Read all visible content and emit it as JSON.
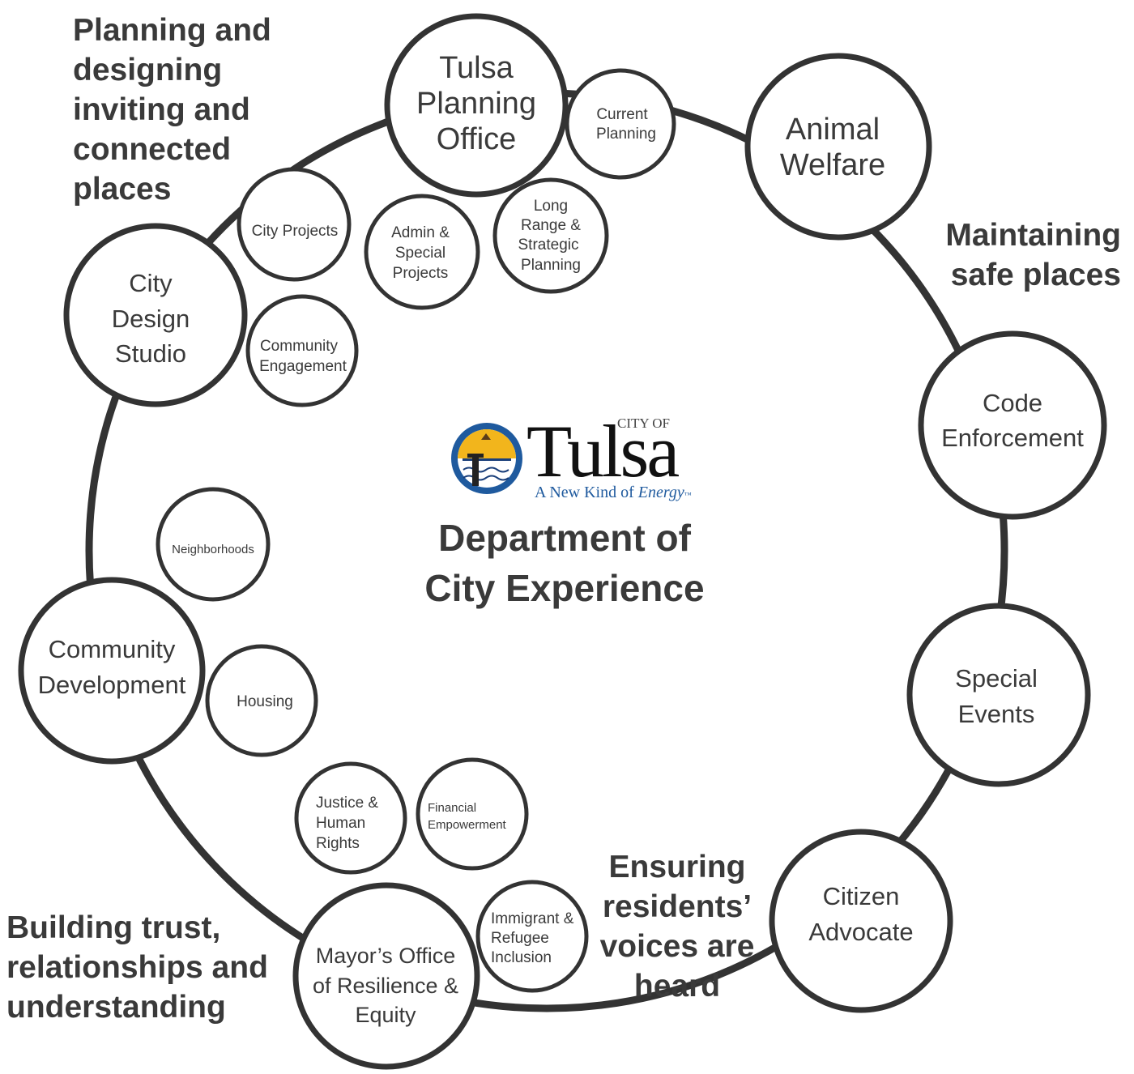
{
  "center": {
    "logo_city_of": "CITY OF",
    "logo_wordmark": "Tulsa",
    "logo_tagline_a": "A New Kind of",
    "logo_tagline_b": "Energy",
    "logo_mark": "™",
    "title_line1": "Department of",
    "title_line2": "City Experience"
  },
  "themes": {
    "planning": [
      "Planning and",
      "designing",
      "inviting and",
      "connected",
      "places"
    ],
    "safe": [
      "Maintaining",
      "safe places"
    ],
    "voices": [
      "Ensuring",
      "residents’",
      "voices are",
      "heard"
    ],
    "trust": [
      "Building trust,",
      "relationships and",
      "understanding"
    ]
  },
  "divisions": {
    "tulsa_planning_office": [
      "Tulsa",
      "Planning",
      "Office"
    ],
    "animal_welfare": [
      "Animal",
      "Welfare"
    ],
    "code_enforcement": [
      "Code",
      "Enforcement"
    ],
    "special_events": [
      "Special",
      "Events"
    ],
    "citizen_advocate": [
      "Citizen",
      "Advocate"
    ],
    "mayors_office": [
      "Mayor’s Office",
      "of Resilience &",
      "Equity"
    ],
    "community_development": [
      "Community",
      "Development"
    ],
    "city_design_studio": [
      "City",
      "Design",
      "Studio"
    ]
  },
  "programs": {
    "current_planning": [
      "Current",
      "Planning"
    ],
    "long_range": [
      "Long",
      "Range &",
      "Strategic",
      "Planning"
    ],
    "admin_special": [
      "Admin &",
      "Special",
      "Projects"
    ],
    "city_projects": [
      "City Projects"
    ],
    "community_engagement": [
      "Community",
      "Engagement"
    ],
    "neighborhoods": [
      "Neighborhoods"
    ],
    "housing": [
      "Housing"
    ],
    "justice_human_rights": [
      "Justice &",
      "Human",
      "Rights"
    ],
    "financial_empowerment": [
      "Financial",
      "Empowerment"
    ],
    "immigrant_refugee": [
      "Immigrant &",
      "Refugee",
      "Inclusion"
    ]
  },
  "colors": {
    "stroke": "#333333",
    "text": "#3a3a3a",
    "logo_blue": "#1f5a9e",
    "logo_gold": "#f2b51c",
    "logo_navy": "#1a3f7a"
  }
}
